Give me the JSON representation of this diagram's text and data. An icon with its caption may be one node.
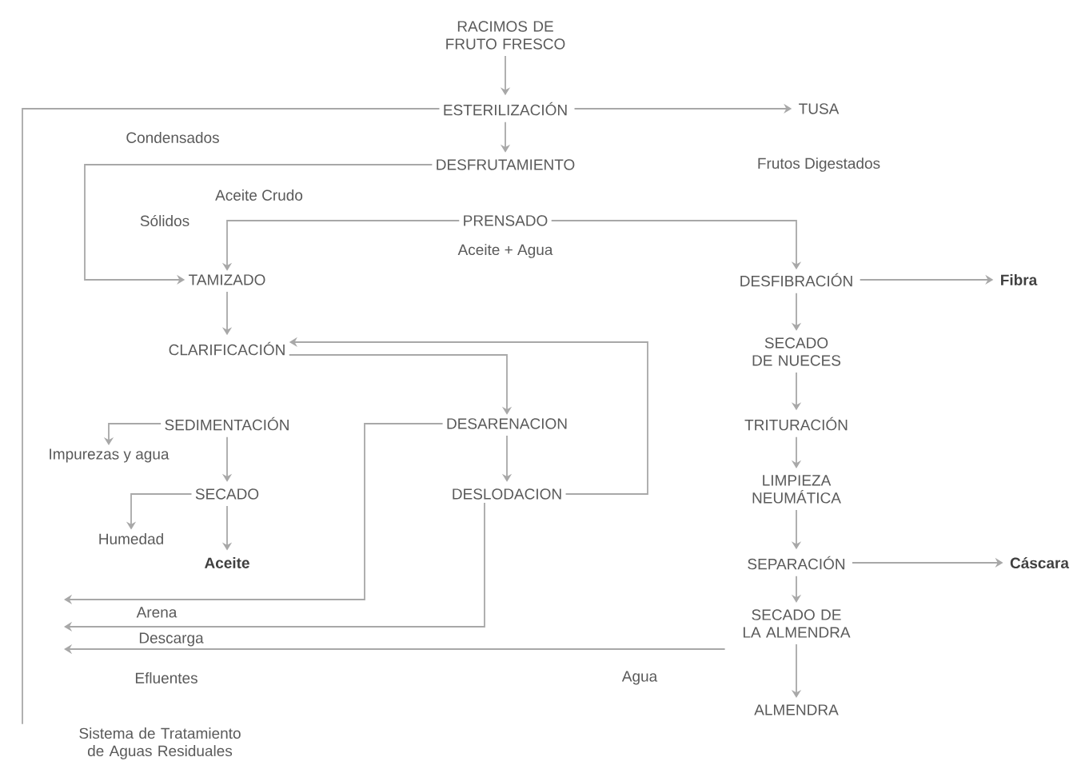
{
  "diagram": {
    "nodes": [
      {
        "text": [
          "RACIMOS DE FRUTO FRESCO"
        ]
      },
      {
        "text": [
          "ESTERILIZACIÓN"
        ]
      },
      {
        "text": [
          "TUSA"
        ]
      },
      {
        "text": [
          "DESFRUTAMIENTO"
        ]
      },
      {
        "text": [
          "PRENSADO"
        ]
      },
      {
        "text": [
          "TAMIZADO"
        ]
      },
      {
        "text": [
          "CLARIFICACIÓN"
        ]
      },
      {
        "text": [
          "SEDIMENTACIÓN"
        ]
      },
      {
        "text": [
          "SECADO"
        ]
      },
      {
        "text": [
          "Aceite"
        ]
      },
      {
        "text": [
          "DESARENACION"
        ]
      },
      {
        "text": [
          "DESLODACION"
        ]
      },
      {
        "text": [
          "DESFIBRACIÓN"
        ]
      },
      {
        "text": [
          "Fibra"
        ]
      },
      {
        "text": [
          "SECADO DE NUECES"
        ]
      },
      {
        "text": [
          "TRITURACIÓN"
        ]
      },
      {
        "text": [
          "LIMPIEZA NEUMÁTICA"
        ]
      },
      {
        "text": [
          "SEPARACIÓN"
        ]
      },
      {
        "text": [
          "Cáscara"
        ]
      },
      {
        "text": [
          "SECADO DE LA ALMENDRA"
        ]
      },
      {
        "text": [
          "ALMENDRA"
        ]
      },
      {
        "text": [
          "Sistema de Tratamiento de Aguas Residuales"
        ]
      },
      {
        "text": [
          "Impurezas y agua"
        ]
      },
      {
        "text": [
          "Humedad"
        ]
      }
    ],
    "edges": [
      {
        "from": 0,
        "to": 1,
        "arrow": "to"
      },
      {
        "from": 1,
        "to": 2,
        "arrow": "to"
      },
      {
        "from": 1,
        "to": 3,
        "arrow": "to"
      },
      {
        "from": 1,
        "to": 21,
        "arrow": "none"
      },
      {
        "from": 3,
        "to": 5,
        "arrow": "to"
      },
      {
        "from": 4,
        "to": 5,
        "arrow": "to"
      },
      {
        "from": 4,
        "to": 12,
        "arrow": "to"
      },
      {
        "from": 5,
        "to": 6,
        "arrow": "to"
      },
      {
        "from": 6,
        "to": 10,
        "arrow": "to"
      },
      {
        "from": 11,
        "to": 6,
        "arrow": "to"
      },
      {
        "from": 7,
        "to": 8,
        "arrow": "to"
      },
      {
        "from": 8,
        "to": 9,
        "arrow": "to"
      },
      {
        "from": 10,
        "to": 11,
        "arrow": "to"
      },
      {
        "from": 7,
        "to": 22,
        "arrow": "to"
      },
      {
        "from": 8,
        "to": 23,
        "arrow": "to"
      },
      {
        "from": 10,
        "to": null,
        "arrow": "to"
      },
      {
        "from": 11,
        "to": null,
        "arrow": "to"
      },
      {
        "from": 19,
        "to": null,
        "arrow": "to"
      },
      {
        "from": 12,
        "to": 13,
        "arrow": "to"
      },
      {
        "from": 12,
        "to": 14,
        "arrow": "to"
      },
      {
        "from": 14,
        "to": 15,
        "arrow": "to"
      },
      {
        "from": 15,
        "to": 16,
        "arrow": "to"
      },
      {
        "from": 16,
        "to": 17,
        "arrow": "to"
      },
      {
        "from": 17,
        "to": 18,
        "arrow": "to"
      },
      {
        "from": 17,
        "to": 19,
        "arrow": "to"
      },
      {
        "from": 19,
        "to": 20,
        "arrow": "to"
      }
    ],
    "labels": [
      "Condensados",
      "Aceite Crudo",
      "Sólidos",
      "Aceite + Agua",
      "Frutos Digestados",
      "Arena",
      "Descarga",
      "Efluentes",
      "Agua"
    ]
  }
}
